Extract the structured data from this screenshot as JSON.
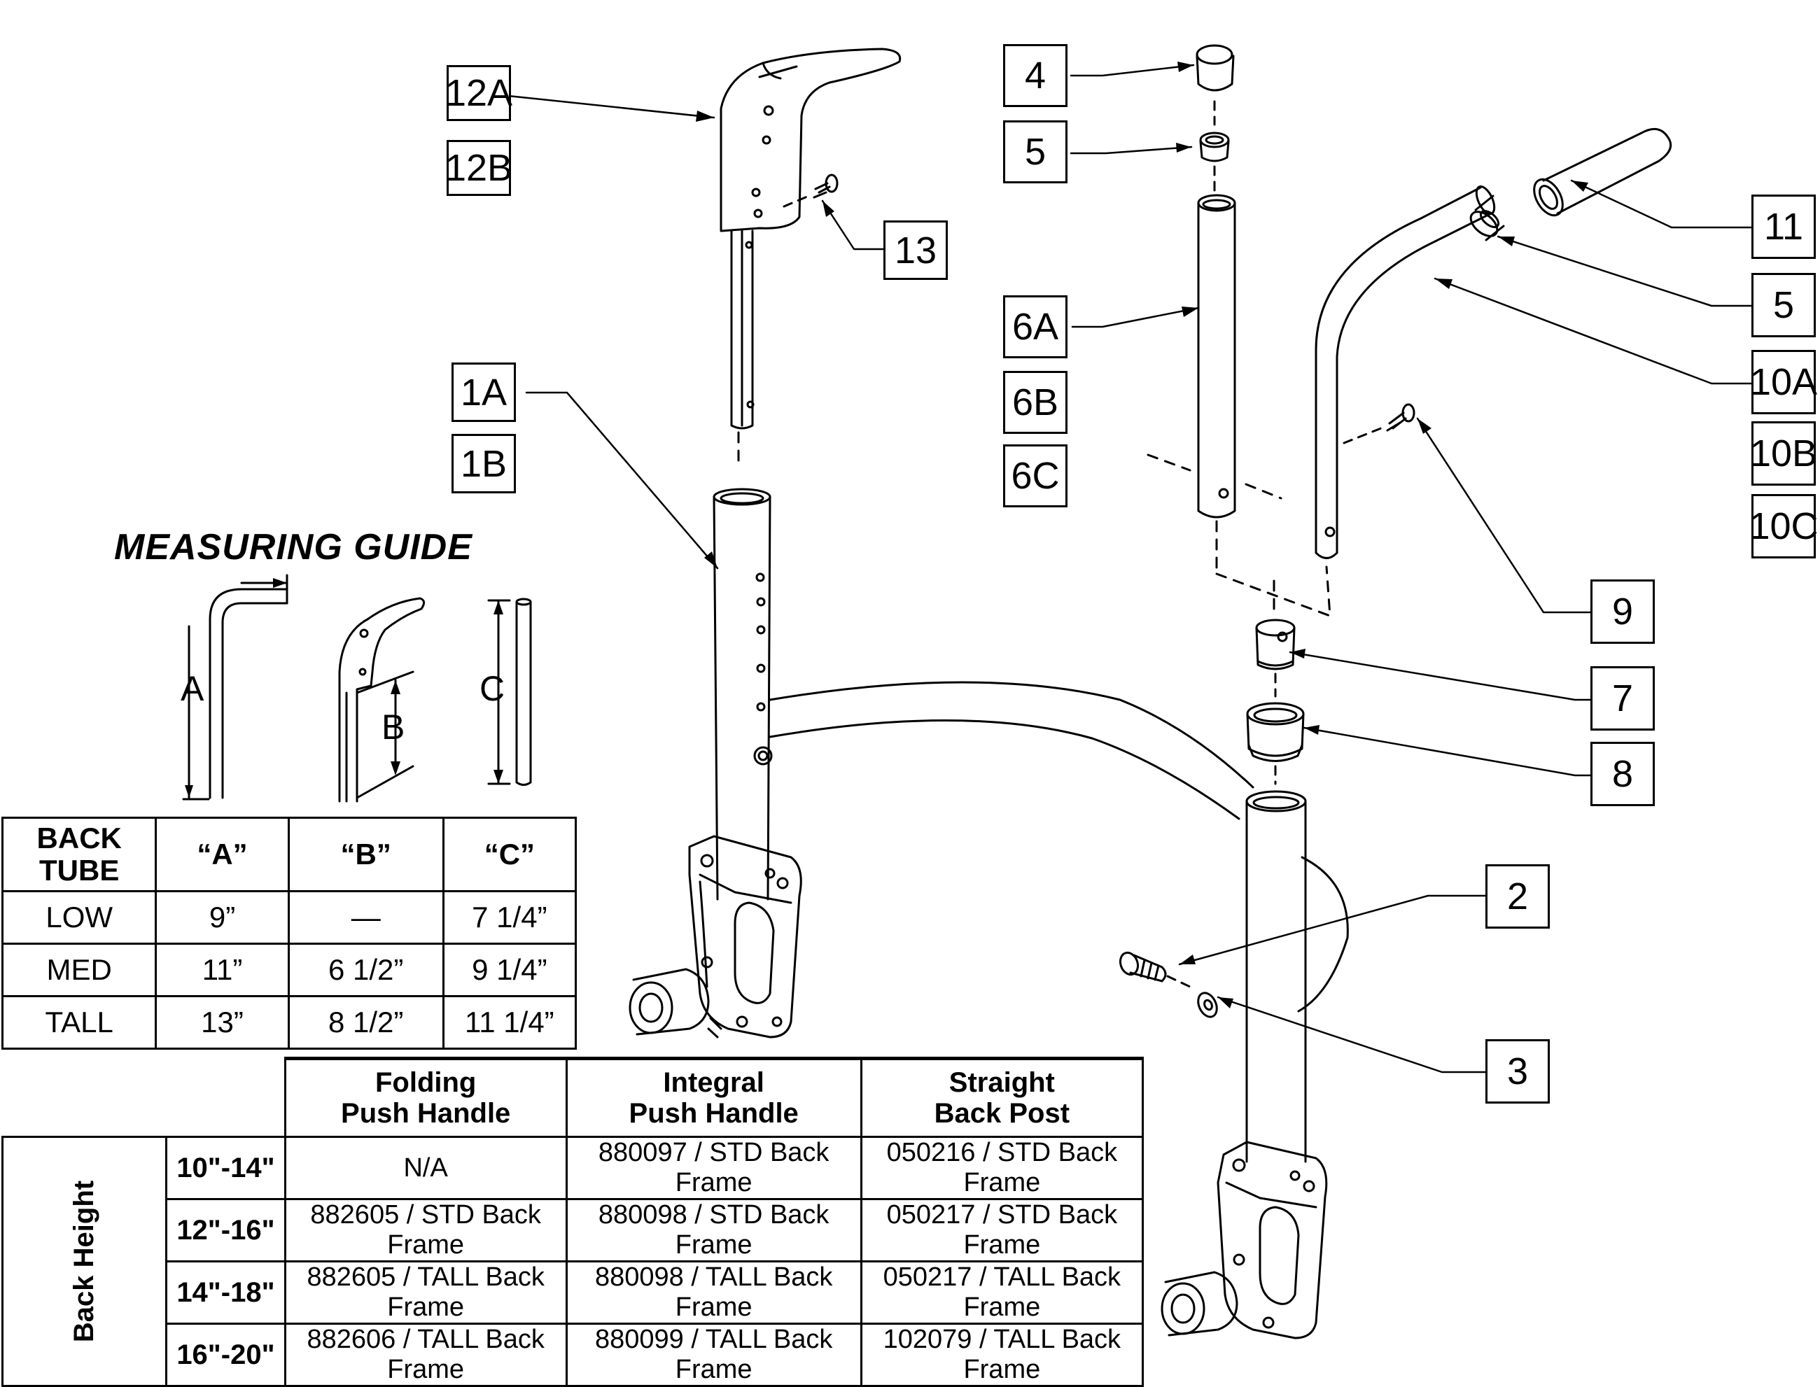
{
  "callouts": {
    "c12a": "12A",
    "c12b": "12B",
    "c13": "13",
    "c1a": "1A",
    "c1b": "1B",
    "c4": "4",
    "c5a": "5",
    "c6a": "6A",
    "c6b": "6B",
    "c6c": "6C",
    "c11": "11",
    "c5b": "5",
    "c10a": "10A",
    "c10b": "10B",
    "c10c": "10C",
    "c9": "9",
    "c7": "7",
    "c8": "8",
    "c2": "2",
    "c3": "3"
  },
  "measuring_guide": {
    "title": "MEASURING GUIDE",
    "dims": {
      "a": "A",
      "b": "B",
      "c": "C"
    }
  },
  "measure_table": {
    "headers": [
      "BACK TUBE",
      "“A”",
      "“B”",
      "“C”"
    ],
    "rows": [
      [
        "LOW",
        "9”",
        "—",
        "7 1/4”"
      ],
      [
        "MED",
        "11”",
        "6 1/2”",
        "9 1/4”"
      ],
      [
        "TALL",
        "13”",
        "8 1/2”",
        "11 1/4”"
      ]
    ]
  },
  "frame_table": {
    "headers": [
      "Folding\nPush Handle",
      "Integral\nPush Handle",
      "Straight\nBack Post"
    ],
    "row_group_label": "Back Height",
    "rows": [
      [
        "10\"-14\"",
        "N/A",
        "880097 / STD Back Frame",
        "050216 / STD Back Frame"
      ],
      [
        "12\"-16\"",
        "882605 / STD Back Frame",
        "880098 / STD Back Frame",
        "050217 / STD Back Frame"
      ],
      [
        "14\"-18\"",
        "882605 / TALL Back Frame",
        "880098 / TALL Back Frame",
        "050217 / TALL Back Frame"
      ],
      [
        "16\"-20\"",
        "882606 / TALL Back Frame",
        "880099 / TALL Back Frame",
        "102079 / TALL Back Frame"
      ]
    ]
  }
}
